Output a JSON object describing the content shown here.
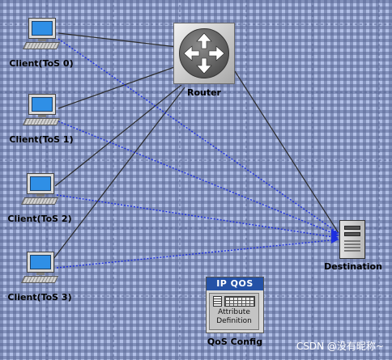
{
  "colors": {
    "background": "#b1bfe6",
    "grid": "#5a6996",
    "physical_link": "#2b2b2b",
    "flow_link": "#1c2ee0",
    "screen": "#2f8fe6",
    "qos_header": "#2451a6"
  },
  "clients": [
    {
      "label": "Client(ToS 0)",
      "icon": "workstation-icon"
    },
    {
      "label": "Client(ToS 1)",
      "icon": "workstation-icon"
    },
    {
      "label": "Client(ToS 2)",
      "icon": "workstation-icon"
    },
    {
      "label": "Client(ToS 3)",
      "icon": "workstation-icon"
    }
  ],
  "router": {
    "label": "Router",
    "icon": "router-icon"
  },
  "destination": {
    "label": "Destination",
    "icon": "server-icon"
  },
  "qos_config": {
    "header": "IP QOS",
    "line1": "Attribute",
    "line2": "Definition",
    "label": "QoS Config",
    "icon": "qos-config-icon"
  },
  "watermark": "CSDN @没有昵称~"
}
